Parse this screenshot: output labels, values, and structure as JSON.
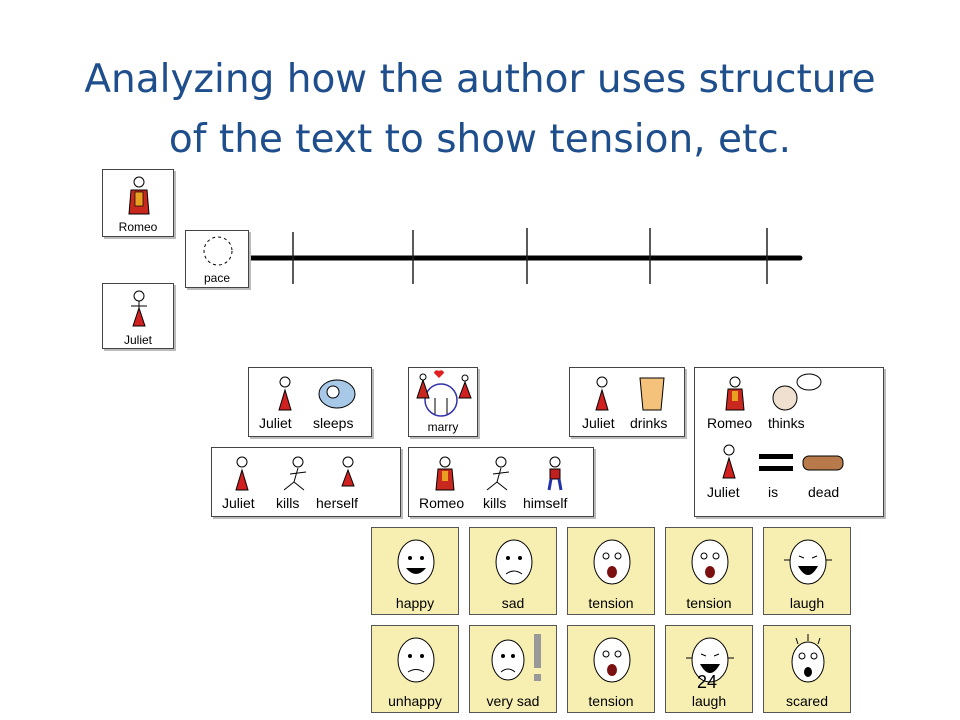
{
  "slide": {
    "title_line1": "Analyzing how the author uses structure",
    "title_line2": "of the text to show tension, etc.",
    "page_number": "24"
  },
  "characters": {
    "romeo": "Romeo",
    "juliet": "Juliet",
    "pace": "pace"
  },
  "events": {
    "juliet_sleeps": [
      "Juliet",
      "sleeps"
    ],
    "marry": "marry",
    "juliet_drinks": [
      "Juliet",
      "drinks"
    ],
    "romeo_thinks": [
      "Romeo",
      "thinks"
    ],
    "juliet_is_dead": [
      "Juliet",
      "is",
      "dead"
    ],
    "juliet_kills_herself": [
      "Juliet",
      "kills",
      "herself"
    ],
    "romeo_kills_himself": [
      "Romeo",
      "kills",
      "himself"
    ]
  },
  "emotions_row1": [
    "happy",
    "sad",
    "tension",
    "tension",
    "laugh"
  ],
  "emotions_row2": [
    "unhappy",
    "very sad",
    "tension",
    "laugh",
    "scared"
  ],
  "colors": {
    "title": "#1f4e8c",
    "face_card": "#f7efb2",
    "romeo_red": "#c8281e",
    "juliet_red": "#d02020"
  }
}
